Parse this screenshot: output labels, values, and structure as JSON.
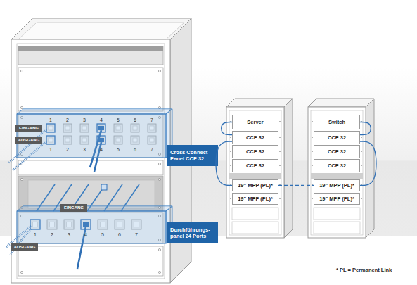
{
  "diagram": {
    "nodes": [
      {
        "text": [
          "EINGANG"
        ]
      },
      {
        "text": [
          "AUSGANG"
        ]
      },
      {
        "text": [
          "Cross Connect Panel CCP 32"
        ]
      },
      {
        "text": [
          "EINGANG"
        ]
      },
      {
        "text": [
          "AUSGANG"
        ]
      },
      {
        "text": [
          "Durchführungs- panel 24 Ports"
        ]
      },
      {
        "text": [
          "Server"
        ]
      },
      {
        "text": [
          "CCP 32"
        ]
      },
      {
        "text": [
          "CCP 32"
        ]
      },
      {
        "text": [
          "CCP 32"
        ]
      },
      {
        "text": [
          "19\" MPP (PL)*"
        ]
      },
      {
        "text": [
          "19\" MPP (PL)*"
        ]
      },
      {
        "text": [
          "Switch"
        ]
      },
      {
        "text": [
          "CCP 32"
        ]
      },
      {
        "text": [
          "CCP 32"
        ]
      },
      {
        "text": [
          "CCP 32"
        ]
      },
      {
        "text": [
          "19\" MPP (PL)*"
        ]
      },
      {
        "text": [
          "19\" MPP (PL)*"
        ]
      }
    ],
    "edges": [
      {
        "from": 6,
        "to": 7,
        "arrow": "none"
      },
      {
        "from": 7,
        "to": 10,
        "arrow": "none"
      },
      {
        "from": 12,
        "to": 13,
        "arrow": "none"
      },
      {
        "from": 13,
        "to": 16,
        "arrow": "none"
      },
      {
        "from": 10,
        "to": 16,
        "arrow": "none"
      }
    ],
    "labels": [
      "1",
      "2",
      "3",
      "4",
      "5",
      "6",
      "7",
      "1",
      "2",
      "3",
      "4",
      "5",
      "6",
      "7",
      "1",
      "2",
      "3",
      "4",
      "5",
      "6",
      "7",
      "* PL = Permanent Link"
    ]
  }
}
